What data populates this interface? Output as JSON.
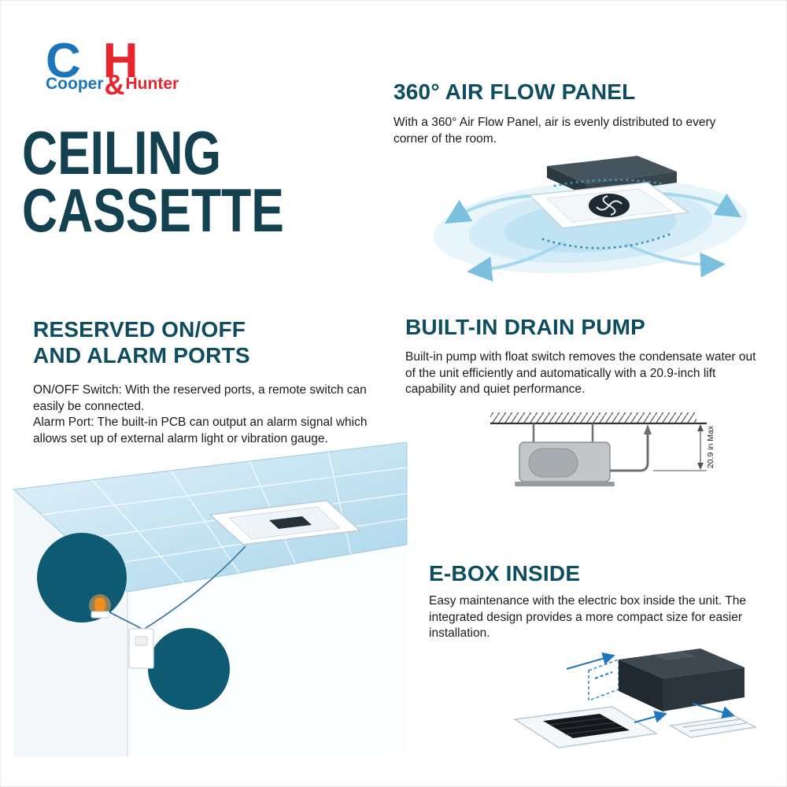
{
  "logo": {
    "letter_c": "C",
    "letter_h": "H",
    "ampersand": "&",
    "name_cooper": "Cooper",
    "name_hunter": "Hunter"
  },
  "title": {
    "line1": "CEILING",
    "line2": "CASSETTE"
  },
  "airflow": {
    "heading": "360° AIR FLOW PANEL",
    "body": "With a 360° Air Flow Panel, air is evenly distributed to every corner of the room."
  },
  "ports": {
    "heading_line1": "RESERVED ON/OFF",
    "heading_line2": "AND ALARM PORTS",
    "body_paragraph1": "ON/OFF Switch: With the reserved ports, a remote switch can easily be connected.",
    "body_paragraph2": "Alarm Port: The built-in PCB can output an alarm signal which allows set up of external alarm light or vibration gauge."
  },
  "drain": {
    "heading": "BUILT-IN DRAIN PUMP",
    "body": "Built-in pump with float switch removes the condensate water out of the unit efficiently and automatically with a 20.9-inch lift capability and quiet performance.",
    "dimension_label": "20.9 in Max"
  },
  "ebox": {
    "heading": "E-BOX INSIDE",
    "body": "Easy maintenance with the electric box inside the unit. The integrated design provides a more compact size for easier installation."
  },
  "colors": {
    "heading_teal": "#0d4d5f",
    "title_teal": "#14414f",
    "logo_blue": "#1b75bb",
    "logo_red": "#e8252d",
    "circle_teal": "#0d5a72",
    "airflow_blue": "#a8d8ee",
    "alarm_orange": "#ef8f1f",
    "wire_blue": "#2f6fa8"
  }
}
